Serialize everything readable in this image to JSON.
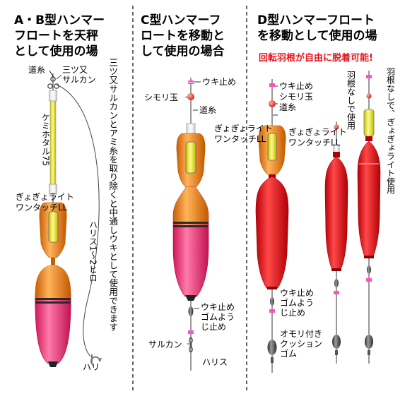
{
  "headings": {
    "a": "A・B型ハンマー\nフロートを天秤\nとして使用の場",
    "c": "C型ハンマーフ\nロートを移動と\nして使用の場合",
    "d": "D型ハンマーフロート\nを移動として使用の場"
  },
  "warning": "回転羽根が自由に脱着可能!",
  "labels": {
    "michiito_a": "道糸",
    "mitsumata": "三ツ又\nサルカン",
    "kemihotaru": "ケミホタル75",
    "gyogyo_a": "ぎょぎょライト\nワンタッチLL",
    "note_a": "三ツ又サルカンとアミ糸を取り除くと中通しウキとして使用できます",
    "harisu_a": "ハリス1～2ヒロ",
    "hari": "ハリ",
    "ukidome_c_top": "ウキ止め",
    "shimoridama_c": "シモリ玉",
    "michiito_c": "道糸",
    "gyogyo_c": "ぎょぎょライト\nワンタッチLL",
    "ukidome_c_bottom": "ウキ止め\nゴムよう\nじ止め",
    "sarukan": "サルカン",
    "harisu_c": "ハリス",
    "d_top": "ウキ止め\nシモリ玉\n道糸",
    "gyogyo_d": "ぎょぎょライト\nワンタッチLL",
    "hane_nashi_1": "羽根なしで使用",
    "hane_nashi_2": "羽根なしで、ぎょぎょライト使用",
    "ukidome_d_bottom": "ウキ止め\nゴムよう\nじ止め",
    "omori": "オモリ付き\nクッション\nゴム"
  },
  "colors": {
    "float_orange": "#f28a1e",
    "float_pink": "#f0337a",
    "float_red": "#e8141b",
    "light_yellow": "#f5f02a",
    "sinker_gray": "#555555"
  }
}
